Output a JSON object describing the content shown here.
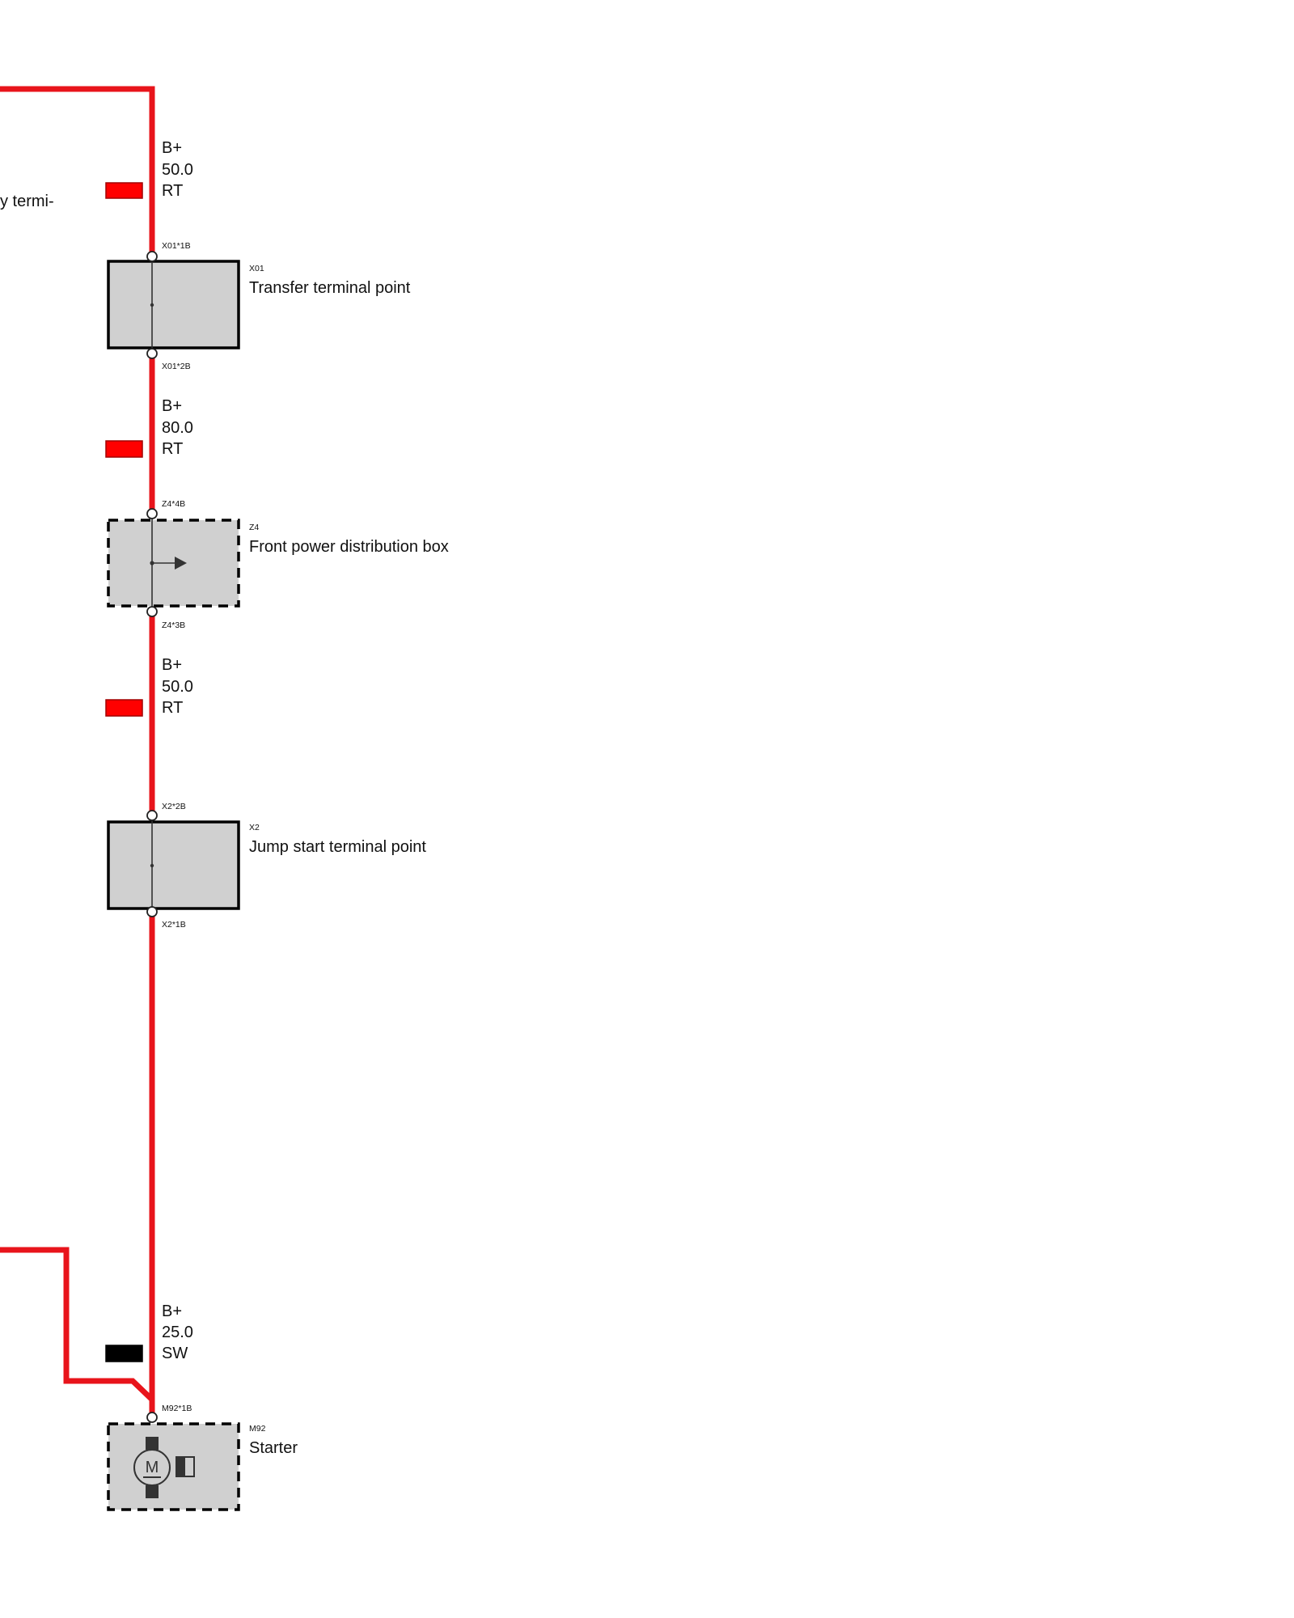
{
  "diagram": {
    "left_fragment": "y termi-",
    "wires": [
      {
        "signal": "B+",
        "cross_section": "50.0",
        "color_code": "RT",
        "swatch": "#ff0000"
      },
      {
        "signal": "B+",
        "cross_section": "80.0",
        "color_code": "RT",
        "swatch": "#ff0000"
      },
      {
        "signal": "B+",
        "cross_section": "50.0",
        "color_code": "RT",
        "swatch": "#ff0000"
      },
      {
        "signal": "B+",
        "cross_section": "25.0",
        "color_code": "SW",
        "swatch": "#000000"
      }
    ],
    "components": [
      {
        "id": "X01",
        "name": "Transfer terminal point",
        "pin_top": "X01*1B",
        "pin_bottom": "X01*2B"
      },
      {
        "id": "Z4",
        "name": "Front power distribution box",
        "pin_top": "Z4*4B",
        "pin_bottom": "Z4*3B"
      },
      {
        "id": "X2",
        "name": "Jump start terminal point",
        "pin_top": "X2*2B",
        "pin_bottom": "X2*1B"
      },
      {
        "id": "M92",
        "name": "Starter",
        "pin_top": "M92*1B"
      }
    ],
    "motor_symbol_letter": "M",
    "wire_color": "#e8141b",
    "component_fill": "#d0d0d0"
  }
}
